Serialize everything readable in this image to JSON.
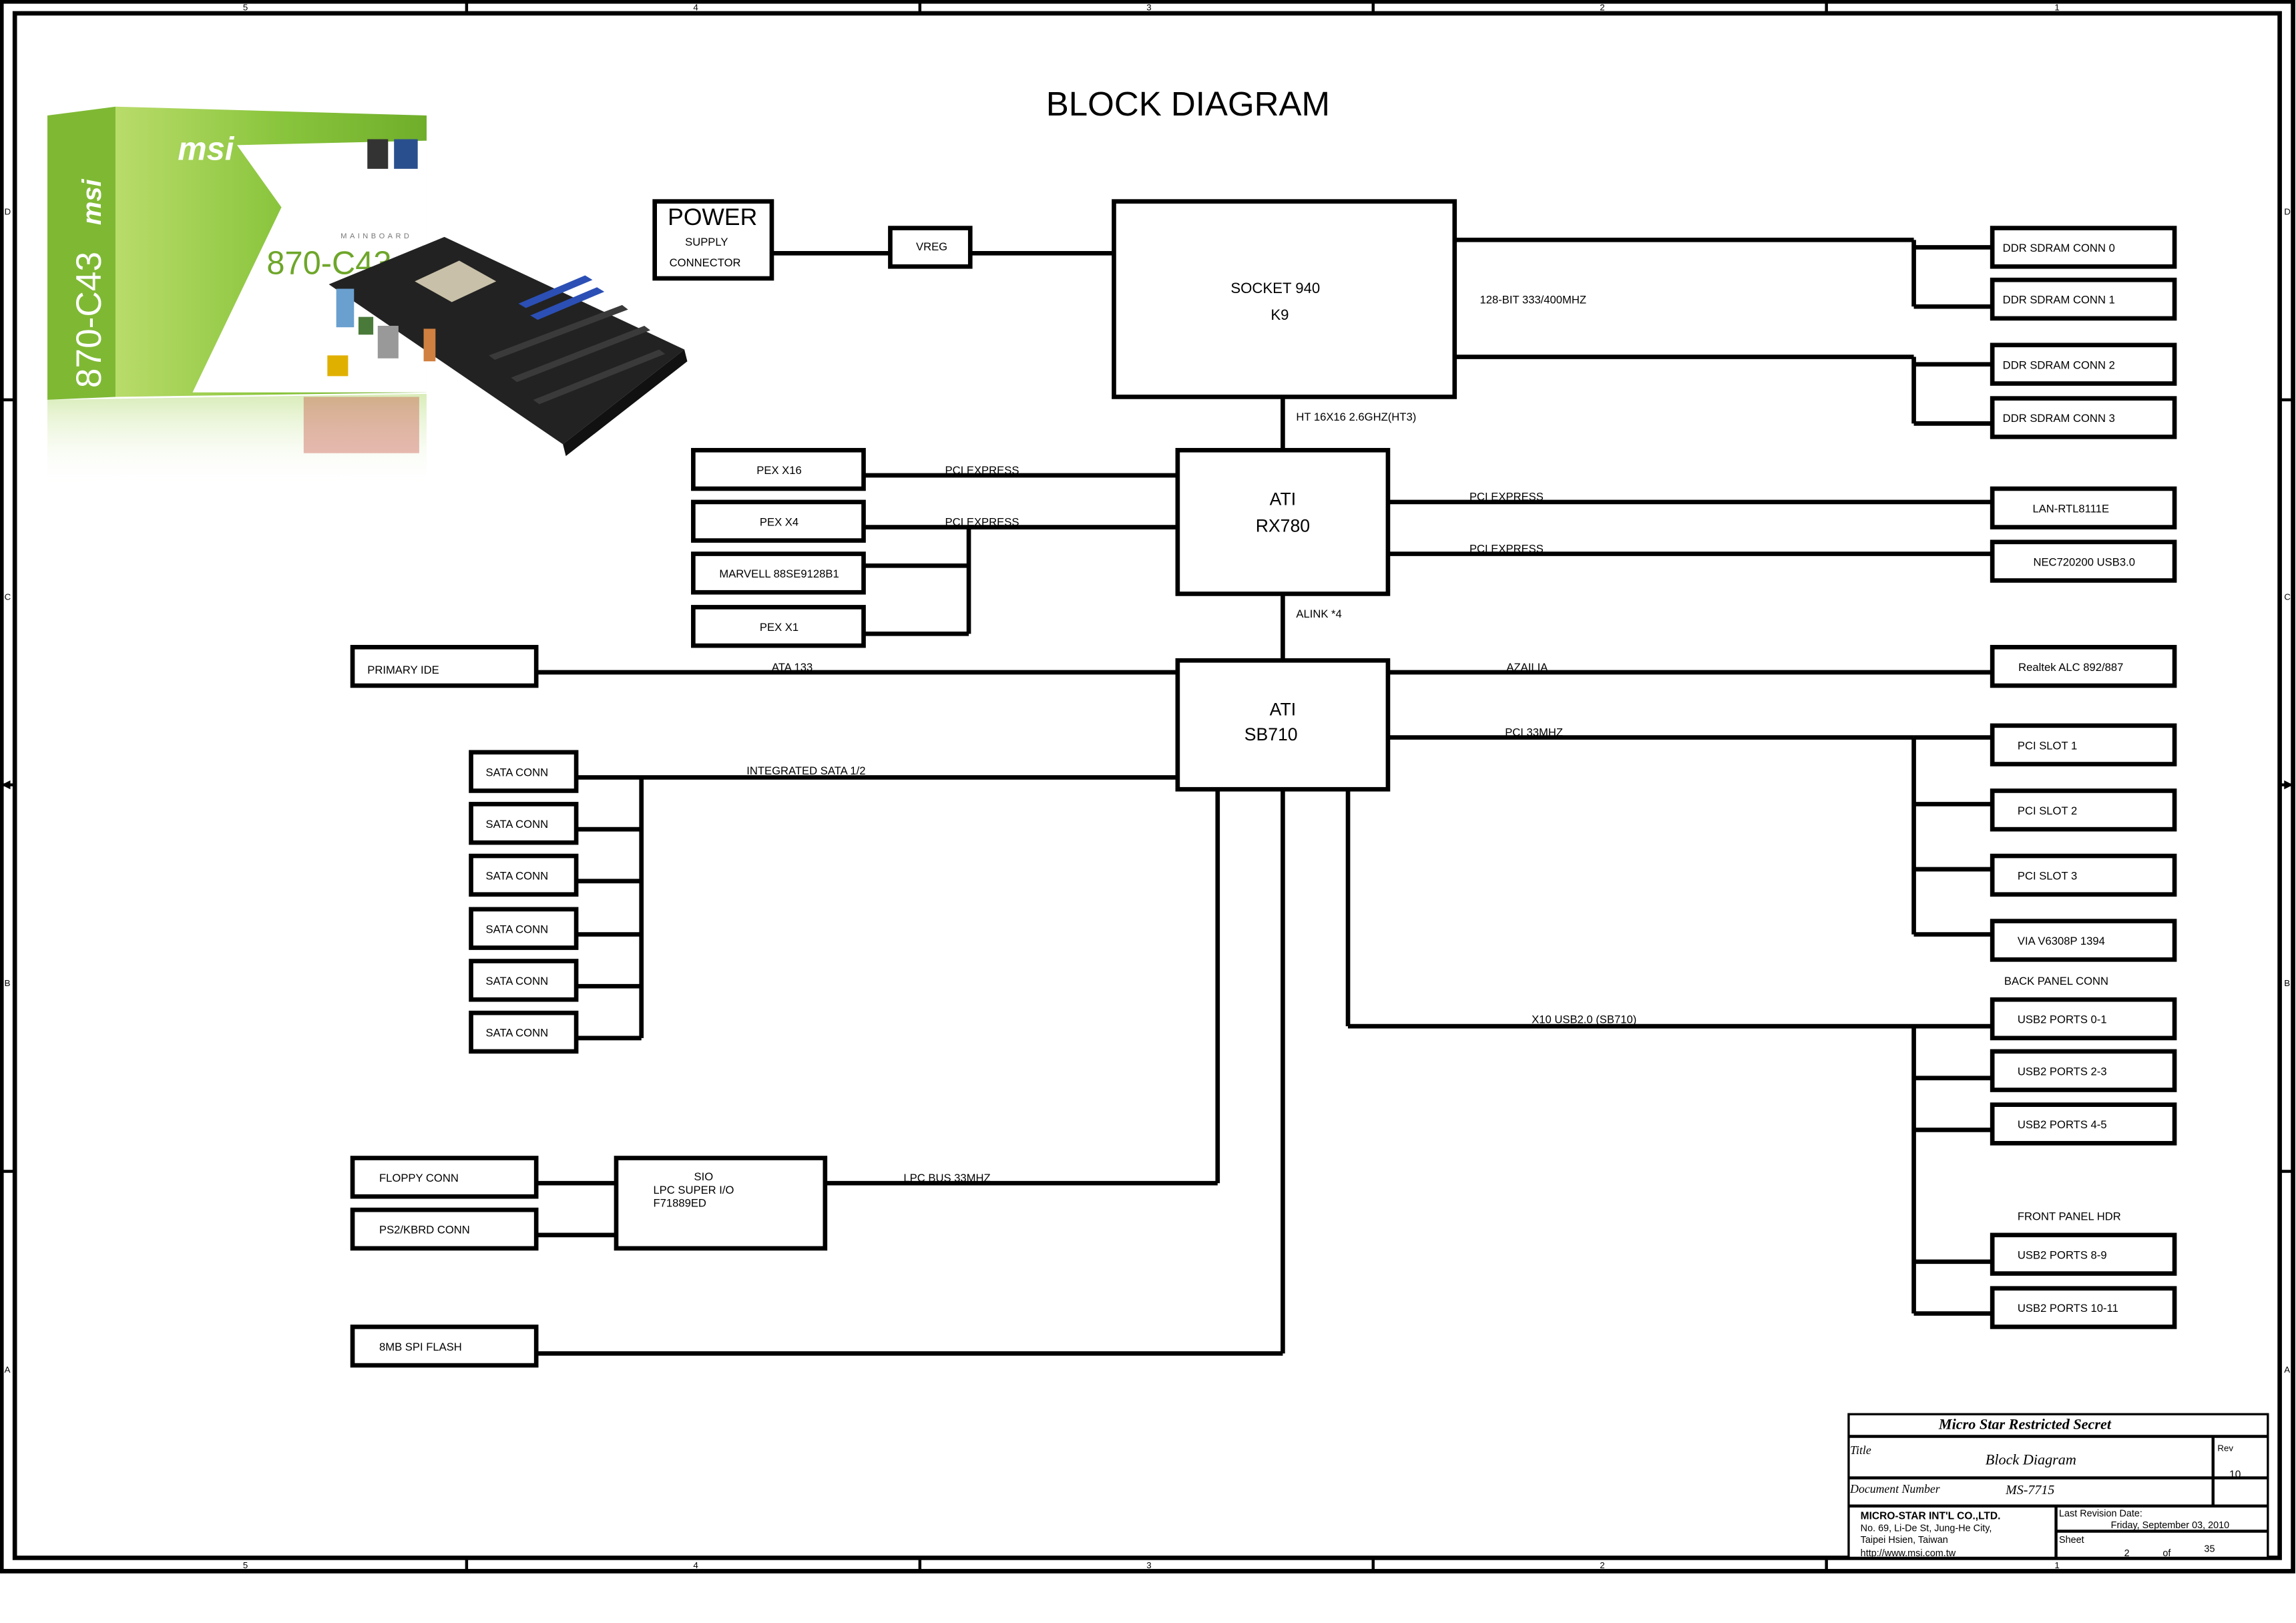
{
  "title": "BLOCK DIAGRAM",
  "border": {
    "col_labels": [
      "5",
      "4",
      "3",
      "2",
      "1"
    ],
    "row_labels": [
      "D",
      "C",
      "B",
      "A"
    ]
  },
  "product_image": {
    "brand": "msi",
    "model": "870-C43",
    "box_text": "MAINBOARD",
    "accent_color": "#8cc63f"
  },
  "blocks": {
    "power": [
      "POWER",
      "SUPPLY",
      "CONNECTOR"
    ],
    "vreg": "VREG",
    "cpu": [
      "SOCKET 940",
      "K9"
    ],
    "ddr": [
      "DDR SDRAM CONN 0",
      "DDR SDRAM CONN 1",
      "DDR SDRAM CONN 2",
      "DDR SDRAM CONN 3"
    ],
    "nb": [
      "ATI",
      "RX780"
    ],
    "sb": [
      "ATI",
      "SB710"
    ],
    "pex": [
      "PEX X16",
      "PEX X4",
      "MARVELL 88SE9128B1",
      "PEX X1"
    ],
    "lan": "LAN-RTL8111E",
    "usb3": "NEC720200  USB3.0",
    "ide": "PRIMARY IDE",
    "audio": "Realtek ALC 892/887",
    "sata": [
      "SATA CONN",
      "SATA CONN",
      "SATA CONN",
      "SATA CONN",
      "SATA CONN",
      "SATA CONN"
    ],
    "pci": [
      "PCI SLOT 1",
      "PCI SLOT 2",
      "PCI SLOT 3",
      "VIA V6308P 1394"
    ],
    "usb_back": [
      "USB2 PORTS 0-1",
      "USB2 PORTS 2-3",
      "USB2 PORTS 4-5"
    ],
    "usb_front": [
      "USB2 PORTS 8-9",
      "USB2 PORTS 10-11"
    ],
    "floppy": "FLOPPY CONN",
    "ps2": "PS2/KBRD CONN",
    "sio": [
      "SIO",
      "LPC SUPER I/O",
      "F71889ED"
    ],
    "spi": "8MB SPI FLASH"
  },
  "bus_labels": {
    "mem": "128-BIT 333/400MHZ",
    "ht": "HT 16X16 2.6GHZ(HT3)",
    "pcie1": "PCI EXPRESS",
    "pcie2": "PCI EXPRESS",
    "pcie3": "PCI EXPRESS",
    "pcie4": "PCI EXPRESS",
    "alink": "ALINK *4",
    "ata": "ATA 133",
    "azalia": "AZAILIA",
    "pci33": "PCI 33MHZ",
    "sata": "INTEGRATED SATA 1/2",
    "usb": "X10 USB2.0 (SB710)",
    "lpc": "LPC BUS 33MHZ",
    "back_panel": "BACK PANEL CONN",
    "front_panel": "FRONT PANEL HDR"
  },
  "title_block": {
    "secret": "Micro Star Restricted Secret",
    "title_label": "Title",
    "title_value": "Block Diagram",
    "rev_label": "Rev",
    "rev_value": "10",
    "docnum_label": "Document Number",
    "docnum_value": "MS-7715",
    "company": "MICRO-STAR INT'L CO.,LTD.",
    "address1": "No. 69, Li-De St, Jung-He City,",
    "address2": "Taipei Hsien, Taiwan",
    "url": "http://www.msi.com.tw",
    "last_rev_label": "Last Revision Date:",
    "last_rev_value": "Friday, September 03, 2010",
    "sheet_label": "Sheet",
    "sheet_value": "2",
    "of_label": "of",
    "sheet_total": "35"
  }
}
